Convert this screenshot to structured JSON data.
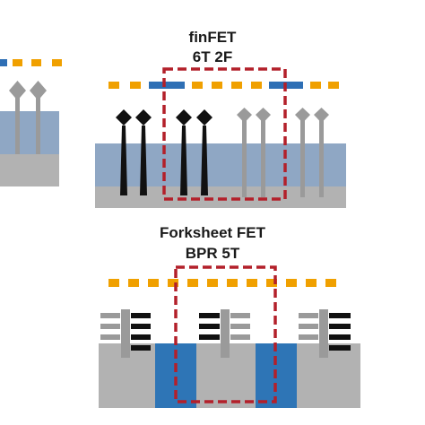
{
  "top_panel": {
    "title": "finFET",
    "subtitle": "6T 2F"
  },
  "bottom_panel": {
    "title": "Forksheet FET",
    "subtitle": "BPR 5T"
  },
  "colors": {
    "track": "#f0a000",
    "power_rail": "#2e6fb5",
    "substrate": "#b2b2b2",
    "oxide": "#8fa7c4",
    "active_fin": "#111111",
    "dummy_fin": "#9a9a9a",
    "cell_boundary": "#b3202a",
    "bpr": "#2e75b6"
  }
}
